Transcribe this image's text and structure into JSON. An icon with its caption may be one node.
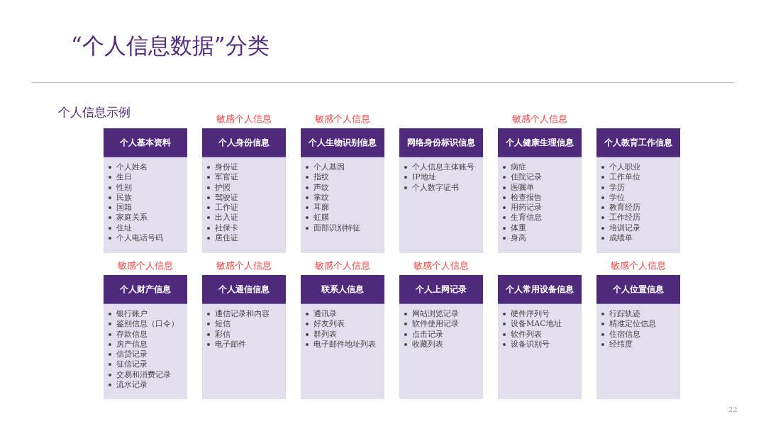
{
  "diagram": {
    "title": "“个人信息数据”分类",
    "nodes": [
      {
        "text": [
          "个人基本资料",
          "个人姓名",
          "生日",
          "性别",
          "民族",
          "国籍",
          "家庭关系",
          "住址",
          "个人电话号码"
        ]
      },
      {
        "text": [
          "个人身份信息",
          "身份证",
          "军官证",
          "护照",
          "驾驶证",
          "工作证",
          "出入证",
          "社保卡",
          "居住证"
        ],
        "beside": [
          "敏感个人信息"
        ]
      },
      {
        "text": [
          "个人生物识别信息",
          "个人基因",
          "指纹",
          "声纹",
          "掌纹",
          "耳廓",
          "虹膜",
          "面部识别特征"
        ],
        "beside": [
          "敏感个人信息"
        ]
      },
      {
        "text": [
          "网络身份标识信息",
          "个人信息主体账号",
          "IP地址",
          "个人数字证书"
        ]
      },
      {
        "text": [
          "个人健康生理信息",
          "病症",
          "住院记录",
          "医嘱单",
          "检查报告",
          "用药记录",
          "生育信息",
          "体重",
          "身高"
        ],
        "beside": [
          "敏感个人信息"
        ]
      },
      {
        "text": [
          "个人教育工作信息",
          "个人职业",
          "工作单位",
          "学历",
          "学位",
          "教育经历",
          "工作经历",
          "培训记录",
          "成绩单"
        ]
      },
      {
        "text": [
          "个人财产信息",
          "银行账户",
          "鉴别信息（口令）",
          "存款信息",
          "房产信息",
          "信贷记录",
          "征信记录",
          "交易和消费记录",
          "流水记录"
        ],
        "beside": [
          "敏感个人信息"
        ]
      },
      {
        "text": [
          "个人通信信息",
          "通信记录和内容",
          "短信",
          "彩信",
          "电子邮件"
        ],
        "beside": [
          "敏感个人信息"
        ]
      },
      {
        "text": [
          "联系人信息",
          "通讯录",
          "好友列表",
          "群列表",
          "电子邮件地址列表"
        ],
        "beside": [
          "敏感个人信息"
        ]
      },
      {
        "text": [
          "个人上网记录",
          "网站浏览记录",
          "软件使用记录",
          "点击记录",
          "收藏列表"
        ],
        "beside": [
          "敏感个人信息"
        ]
      },
      {
        "text": [
          "个人常用设备信息",
          "硬件序列号",
          "设备MAC地址",
          "软件列表",
          "设备识别号"
        ]
      },
      {
        "text": [
          "个人位置信息",
          "行踪轨迹",
          "精准定位信息",
          "住宿信息",
          "经纬度"
        ],
        "beside": [
          "敏感个人信息"
        ]
      }
    ],
    "labels": [
      "个人信息示例",
      "22"
    ]
  }
}
